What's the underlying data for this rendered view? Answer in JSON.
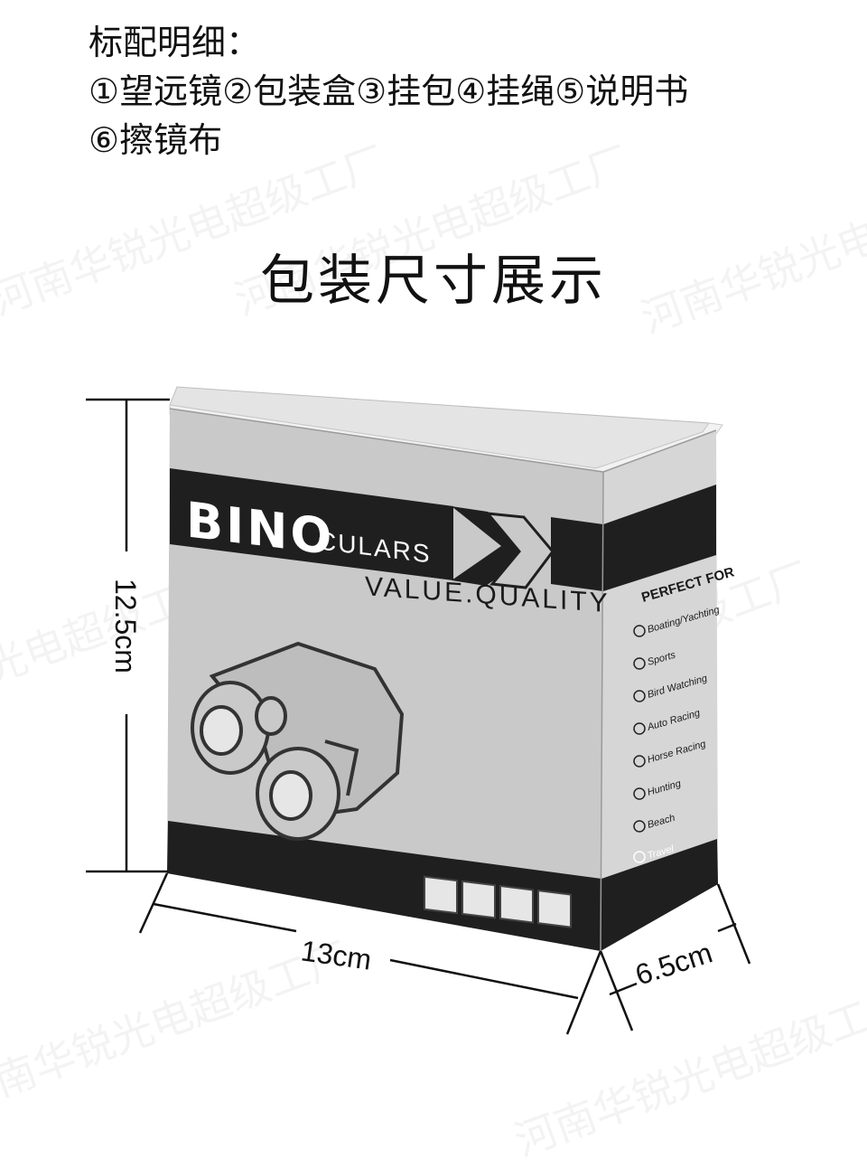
{
  "contents": {
    "heading": "标配明细：",
    "line1": "①望远镜②包装盒③挂包④挂绳⑤说明书",
    "line2": "⑥擦镜布"
  },
  "section_title": "包装尺寸展示",
  "dimensions": {
    "height": "12.5cm",
    "width": "13cm",
    "depth": "6.5cm"
  },
  "box": {
    "brand_big": "BINO",
    "brand_small": "CULARS",
    "slogan": "VALUE.QUALITY",
    "side_title": "PERFECT FOR",
    "side_items": [
      "Boating/Yachting",
      "Sports",
      "Bird Watching",
      "Auto Racing",
      "Horse Racing",
      "Hunting",
      "Beach",
      "Travel"
    ]
  },
  "watermark": "河南华锐光电超级工厂",
  "colors": {
    "box_gray": "#c9c9c9",
    "box_dark": "#1f1f1f",
    "side_gray": "#d6d6d6"
  }
}
